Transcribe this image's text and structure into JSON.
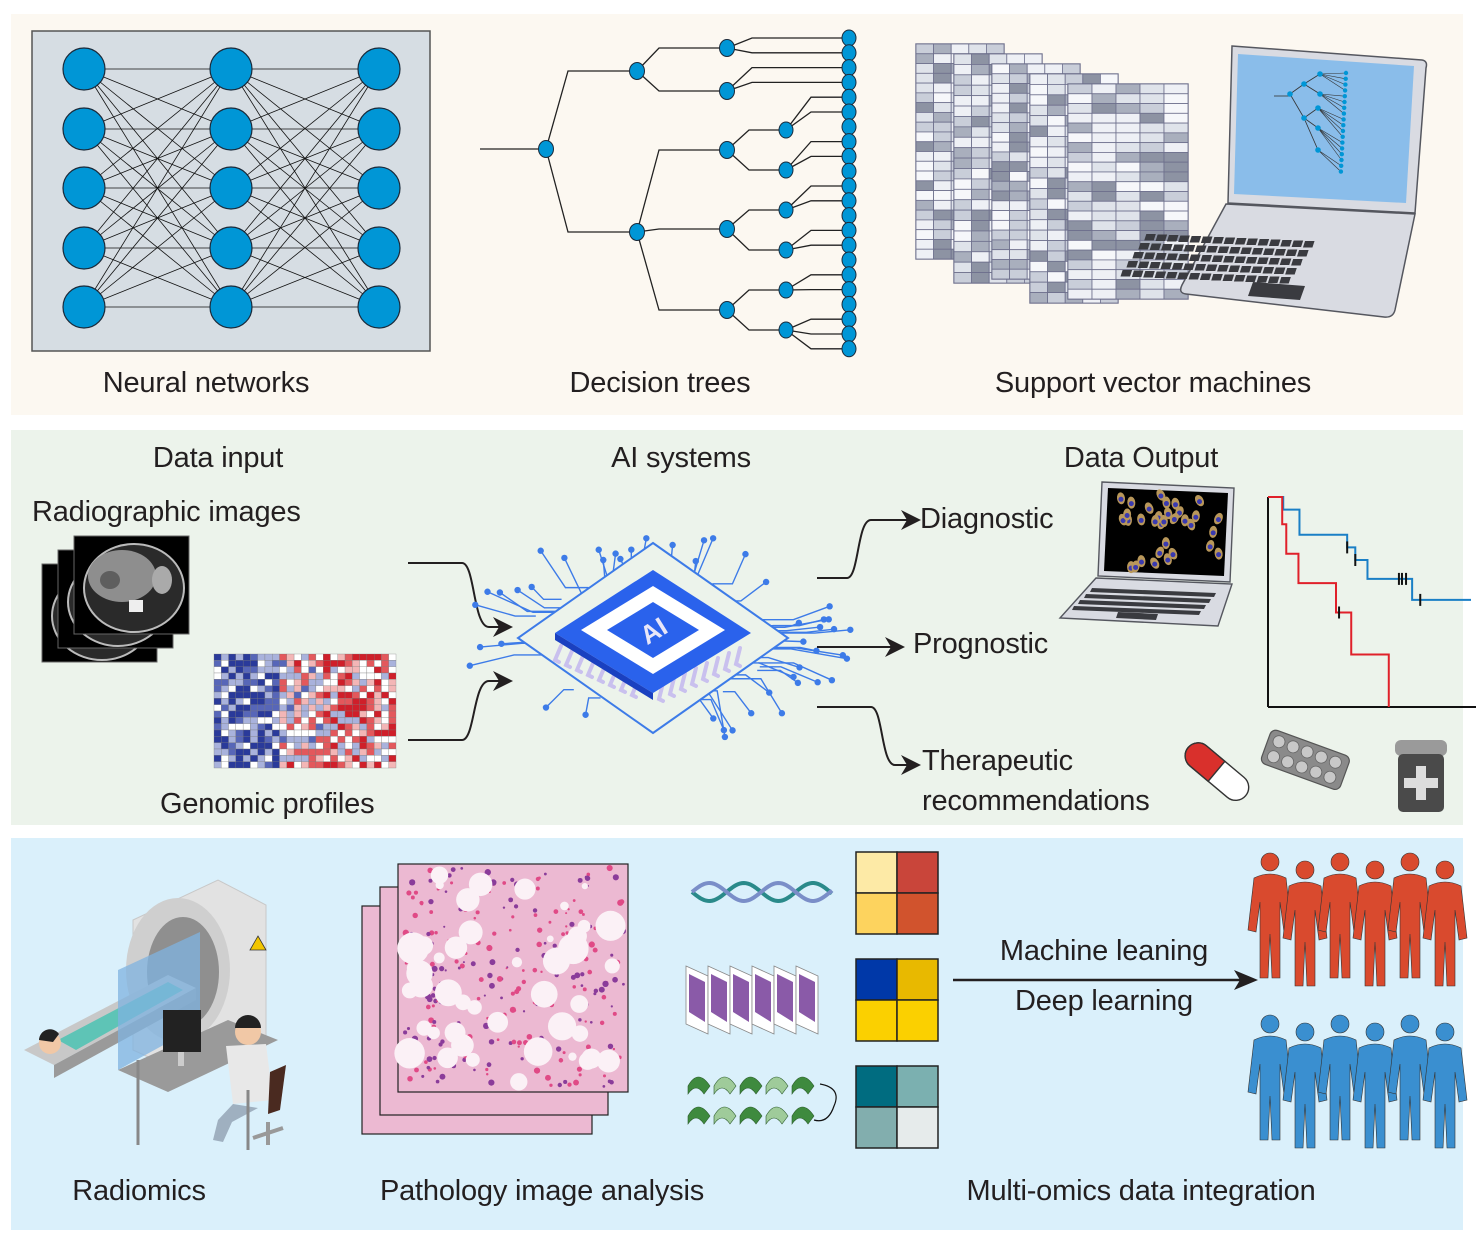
{
  "colors": {
    "panel_top_bg": "#fcf8f1",
    "panel_mid_bg": "#ecf3eb",
    "panel_bot_bg": "#daf0fb",
    "node_blue": "#0096d6",
    "chip_blue": "#2f6df0",
    "km_blue": "#1a7fc6",
    "km_red": "#e0202a",
    "people_red": "#d94a2e",
    "people_blue": "#3a8fd0"
  },
  "top_panel": {
    "items": [
      {
        "label": "Neural networks",
        "icon": "neural-network-icon"
      },
      {
        "label": "Decision trees",
        "icon": "decision-tree-icon"
      },
      {
        "label": "Support vector machines",
        "icon": "laptop-data-tables-icon"
      }
    ]
  },
  "middle_panel": {
    "input_heading": "Data input",
    "system_heading": "AI systems",
    "output_heading": "Data Output",
    "inputs": [
      {
        "label": "Radiographic images",
        "icon": "ct-scan-stack-icon"
      },
      {
        "label": "Genomic profiles",
        "icon": "gene-expression-heatmap-icon"
      }
    ],
    "chip_text": "AI",
    "outputs": [
      {
        "label": "Diagnostic",
        "icon": "laptop-cell-image-icon"
      },
      {
        "label": "Prognostic",
        "icon": "survival-curve-icon"
      },
      {
        "label_line1": "Therapeutic",
        "label_line2": "recommendations",
        "icon": "medication-icons"
      }
    ]
  },
  "bottom_panel": {
    "items": [
      {
        "label": "Radiomics",
        "icon": "ct-scanner-scene-icon"
      },
      {
        "label": "Pathology image analysis",
        "icon": "histology-slide-stack-icon"
      },
      {
        "label": "Multi-omics data integration",
        "icon": "omics-matrix-icon"
      }
    ],
    "arrow_label_top": "Machine leaning",
    "arrow_label_bottom": "Deep learning",
    "omics_matrices": [
      {
        "source": "dna-helix-icon",
        "cells": [
          "#fdeaa6",
          "#c9453a",
          "#fdd35e",
          "#d1532d"
        ]
      },
      {
        "source": "wsi-slides-icon",
        "cells": [
          "#0038a8",
          "#e8b900",
          "#fbd000",
          "#fbd000"
        ]
      },
      {
        "source": "protein-helix-icon",
        "cells": [
          "#006c80",
          "#7bb0b0",
          "#82aeae",
          "#e6ebeb"
        ]
      }
    ],
    "patient_groups": [
      {
        "name": "group-red",
        "count": 6
      },
      {
        "name": "group-blue",
        "count": 6
      }
    ]
  },
  "chart_data": {
    "type": "line",
    "title": "",
    "xlabel": "",
    "ylabel": "",
    "xlim": [
      0,
      10
    ],
    "ylim": [
      0,
      1
    ],
    "grid": false,
    "legend": "none",
    "series": [
      {
        "name": "blue-group",
        "color": "#1a7fc6",
        "steps": [
          [
            0,
            1.0
          ],
          [
            0.75,
            0.94
          ],
          [
            1.55,
            0.82
          ],
          [
            3.9,
            0.76
          ],
          [
            4.3,
            0.7
          ],
          [
            4.9,
            0.61
          ],
          [
            7.1,
            0.51
          ],
          [
            10,
            0.51
          ]
        ],
        "censor_x": [
          3.9,
          4.3,
          6.45,
          6.6,
          6.8,
          7.5
        ]
      },
      {
        "name": "red-group",
        "color": "#e0202a",
        "steps": [
          [
            0,
            1.0
          ],
          [
            0.7,
            0.87
          ],
          [
            0.9,
            0.73
          ],
          [
            1.5,
            0.59
          ],
          [
            3.35,
            0.45
          ],
          [
            4.1,
            0.25
          ],
          [
            5.95,
            0.0
          ]
        ],
        "censor_x": [
          3.5
        ]
      }
    ]
  }
}
